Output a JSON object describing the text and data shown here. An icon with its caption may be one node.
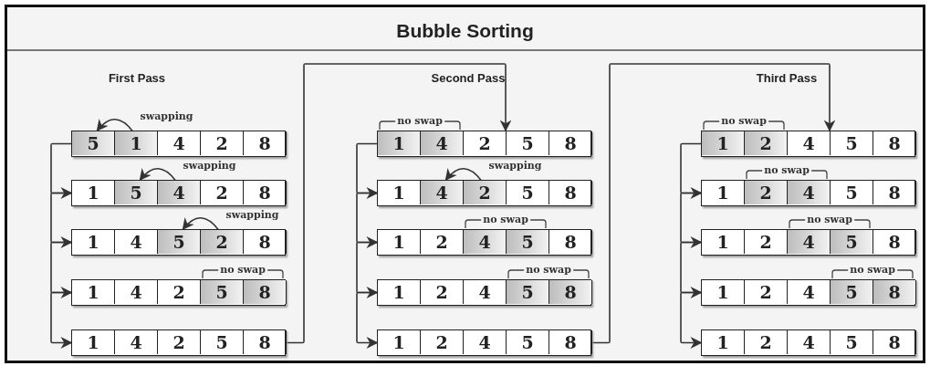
{
  "diagram": {
    "title": "Bubble Sorting",
    "nodes": [
      {
        "text": [],
        "shape": "box"
      },
      {
        "text": [
          "5"
        ],
        "in": 0
      },
      {
        "text": [
          "1"
        ],
        "in": 0
      },
      {
        "text": [
          "4"
        ],
        "in": 0
      },
      {
        "text": [
          "2"
        ],
        "in": 0
      },
      {
        "text": [
          "8"
        ],
        "in": 0
      },
      {
        "text": [],
        "shape": "box"
      },
      {
        "text": [
          "1"
        ],
        "in": 6
      },
      {
        "text": [
          "5"
        ],
        "in": 6
      },
      {
        "text": [
          "4"
        ],
        "in": 6
      },
      {
        "text": [
          "2"
        ],
        "in": 6
      },
      {
        "text": [
          "8"
        ],
        "in": 6
      },
      {
        "text": [],
        "shape": "box"
      },
      {
        "text": [
          "1"
        ],
        "in": 12
      },
      {
        "text": [
          "4"
        ],
        "in": 12
      },
      {
        "text": [
          "5"
        ],
        "in": 12
      },
      {
        "text": [
          "2"
        ],
        "in": 12
      },
      {
        "text": [
          "8"
        ],
        "in": 12
      },
      {
        "text": [],
        "shape": "box"
      },
      {
        "text": [
          "1"
        ],
        "in": 18
      },
      {
        "text": [
          "4"
        ],
        "in": 18
      },
      {
        "text": [
          "2"
        ],
        "in": 18
      },
      {
        "text": [
          "5"
        ],
        "in": 18
      },
      {
        "text": [
          "8"
        ],
        "in": 18
      },
      {
        "text": [],
        "shape": "box"
      },
      {
        "text": [
          "1"
        ],
        "in": 24
      },
      {
        "text": [
          "4"
        ],
        "in": 24
      },
      {
        "text": [
          "2"
        ],
        "in": 24
      },
      {
        "text": [
          "5"
        ],
        "in": 24
      },
      {
        "text": [
          "8"
        ],
        "in": 24
      },
      {
        "text": [],
        "shape": "box"
      },
      {
        "text": [
          "1"
        ],
        "in": 30
      },
      {
        "text": [
          "4"
        ],
        "in": 30
      },
      {
        "text": [
          "2"
        ],
        "in": 30
      },
      {
        "text": [
          "5"
        ],
        "in": 30
      },
      {
        "text": [
          "8"
        ],
        "in": 30
      },
      {
        "text": [],
        "shape": "box"
      },
      {
        "text": [
          "1"
        ],
        "in": 36
      },
      {
        "text": [
          "4"
        ],
        "in": 36
      },
      {
        "text": [
          "2"
        ],
        "in": 36
      },
      {
        "text": [
          "5"
        ],
        "in": 36
      },
      {
        "text": [
          "8"
        ],
        "in": 36
      },
      {
        "text": [],
        "shape": "box"
      },
      {
        "text": [
          "1"
        ],
        "in": 42
      },
      {
        "text": [
          "2"
        ],
        "in": 42
      },
      {
        "text": [
          "4"
        ],
        "in": 42
      },
      {
        "text": [
          "5"
        ],
        "in": 42
      },
      {
        "text": [
          "8"
        ],
        "in": 42
      },
      {
        "text": [],
        "shape": "box"
      },
      {
        "text": [
          "1"
        ],
        "in": 48
      },
      {
        "text": [
          "2"
        ],
        "in": 48
      },
      {
        "text": [
          "4"
        ],
        "in": 48
      },
      {
        "text": [
          "5"
        ],
        "in": 48
      },
      {
        "text": [
          "8"
        ],
        "in": 48
      },
      {
        "text": [],
        "shape": "box"
      },
      {
        "text": [
          "1"
        ],
        "in": 54
      },
      {
        "text": [
          "2"
        ],
        "in": 54
      },
      {
        "text": [
          "4"
        ],
        "in": 54
      },
      {
        "text": [
          "5"
        ],
        "in": 54
      },
      {
        "text": [
          "8"
        ],
        "in": 54
      },
      {
        "text": [],
        "shape": "box"
      },
      {
        "text": [
          "1"
        ],
        "in": 60
      },
      {
        "text": [
          "2"
        ],
        "in": 60
      },
      {
        "text": [
          "4"
        ],
        "in": 60
      },
      {
        "text": [
          "5"
        ],
        "in": 60
      },
      {
        "text": [
          "8"
        ],
        "in": 60
      },
      {
        "text": [],
        "shape": "box"
      },
      {
        "text": [
          "1"
        ],
        "in": 66
      },
      {
        "text": [
          "2"
        ],
        "in": 66
      },
      {
        "text": [
          "4"
        ],
        "in": 66
      },
      {
        "text": [
          "5"
        ],
        "in": 66
      },
      {
        "text": [
          "8"
        ],
        "in": 66
      },
      {
        "text": [],
        "shape": "box"
      },
      {
        "text": [
          "1"
        ],
        "in": 72
      },
      {
        "text": [
          "2"
        ],
        "in": 72
      },
      {
        "text": [
          "4"
        ],
        "in": 72
      },
      {
        "text": [
          "5"
        ],
        "in": 72
      },
      {
        "text": [
          "8"
        ],
        "in": 72
      },
      {
        "text": [],
        "shape": "box"
      },
      {
        "text": [
          "1"
        ],
        "in": 78
      },
      {
        "text": [
          "2"
        ],
        "in": 78
      },
      {
        "text": [
          "4"
        ],
        "in": 78
      },
      {
        "text": [
          "5"
        ],
        "in": 78
      },
      {
        "text": [
          "8"
        ],
        "in": 78
      },
      {
        "text": [],
        "shape": "box"
      },
      {
        "text": [
          "1"
        ],
        "in": 84
      },
      {
        "text": [
          "2"
        ],
        "in": 84
      },
      {
        "text": [
          "4"
        ],
        "in": 84
      },
      {
        "text": [
          "5"
        ],
        "in": 84
      },
      {
        "text": [
          "8"
        ],
        "in": 84
      }
    ],
    "edges": [
      {
        "from": 2,
        "to": 1,
        "arrow": "to",
        "label": "swapping"
      },
      {
        "from": 9,
        "to": 8,
        "arrow": "to",
        "label": "swapping"
      },
      {
        "from": 16,
        "to": 15,
        "arrow": "to",
        "label": "swapping"
      },
      {
        "from": 0,
        "to": 6,
        "arrow": "to"
      },
      {
        "from": 6,
        "to": 12,
        "arrow": "to"
      },
      {
        "from": 12,
        "to": 18,
        "arrow": "to"
      },
      {
        "from": 18,
        "to": 24,
        "arrow": "to"
      },
      {
        "from": 24,
        "to": 30,
        "arrow": "to"
      },
      {
        "from": 39,
        "to": 38,
        "arrow": "to",
        "label": "swapping"
      },
      {
        "from": 30,
        "to": 36,
        "arrow": "to"
      },
      {
        "from": 36,
        "to": 42,
        "arrow": "to"
      },
      {
        "from": 42,
        "to": 48,
        "arrow": "to"
      },
      {
        "from": 48,
        "to": 54,
        "arrow": "to"
      },
      {
        "from": 54,
        "to": 60,
        "arrow": "to"
      },
      {
        "from": 60,
        "to": 66,
        "arrow": "to"
      },
      {
        "from": 66,
        "to": 72,
        "arrow": "to"
      },
      {
        "from": 72,
        "to": 78,
        "arrow": "to"
      },
      {
        "from": 78,
        "to": 84,
        "arrow": "to"
      }
    ],
    "labels": [
      "First Pass",
      "Second Pass",
      "Third Pass",
      "no swap",
      "no swap",
      "no swap",
      "no swap",
      "no swap",
      "no swap",
      "no swap",
      "no swap"
    ]
  }
}
